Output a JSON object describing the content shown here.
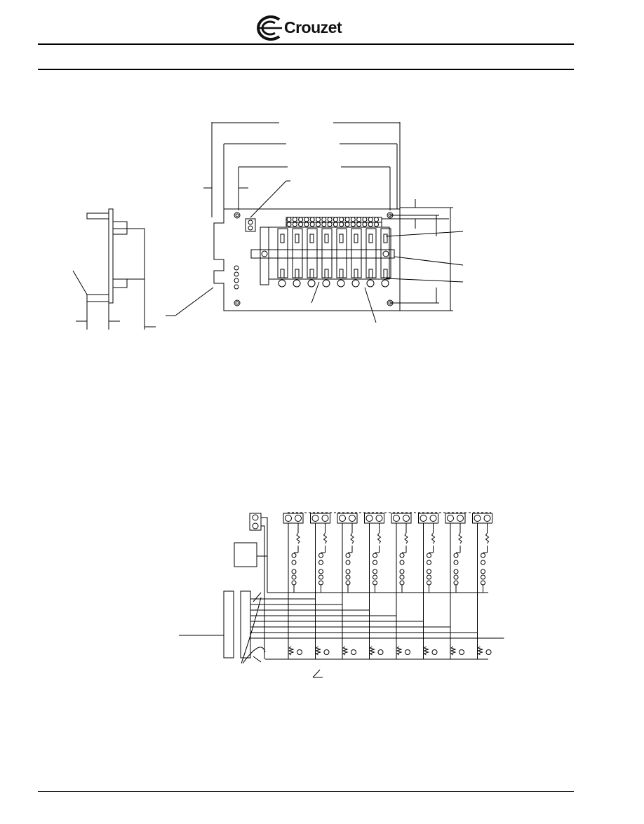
{
  "header": {
    "brand": "Crouzet",
    "logo_icon": "crouzet-logo-icon"
  },
  "figures": {
    "mechanical_drawing": {
      "icon": "relay-board-dimension-drawing"
    },
    "wiring_schematic": {
      "icon": "relay-board-wiring-schematic",
      "channels": 8
    }
  }
}
